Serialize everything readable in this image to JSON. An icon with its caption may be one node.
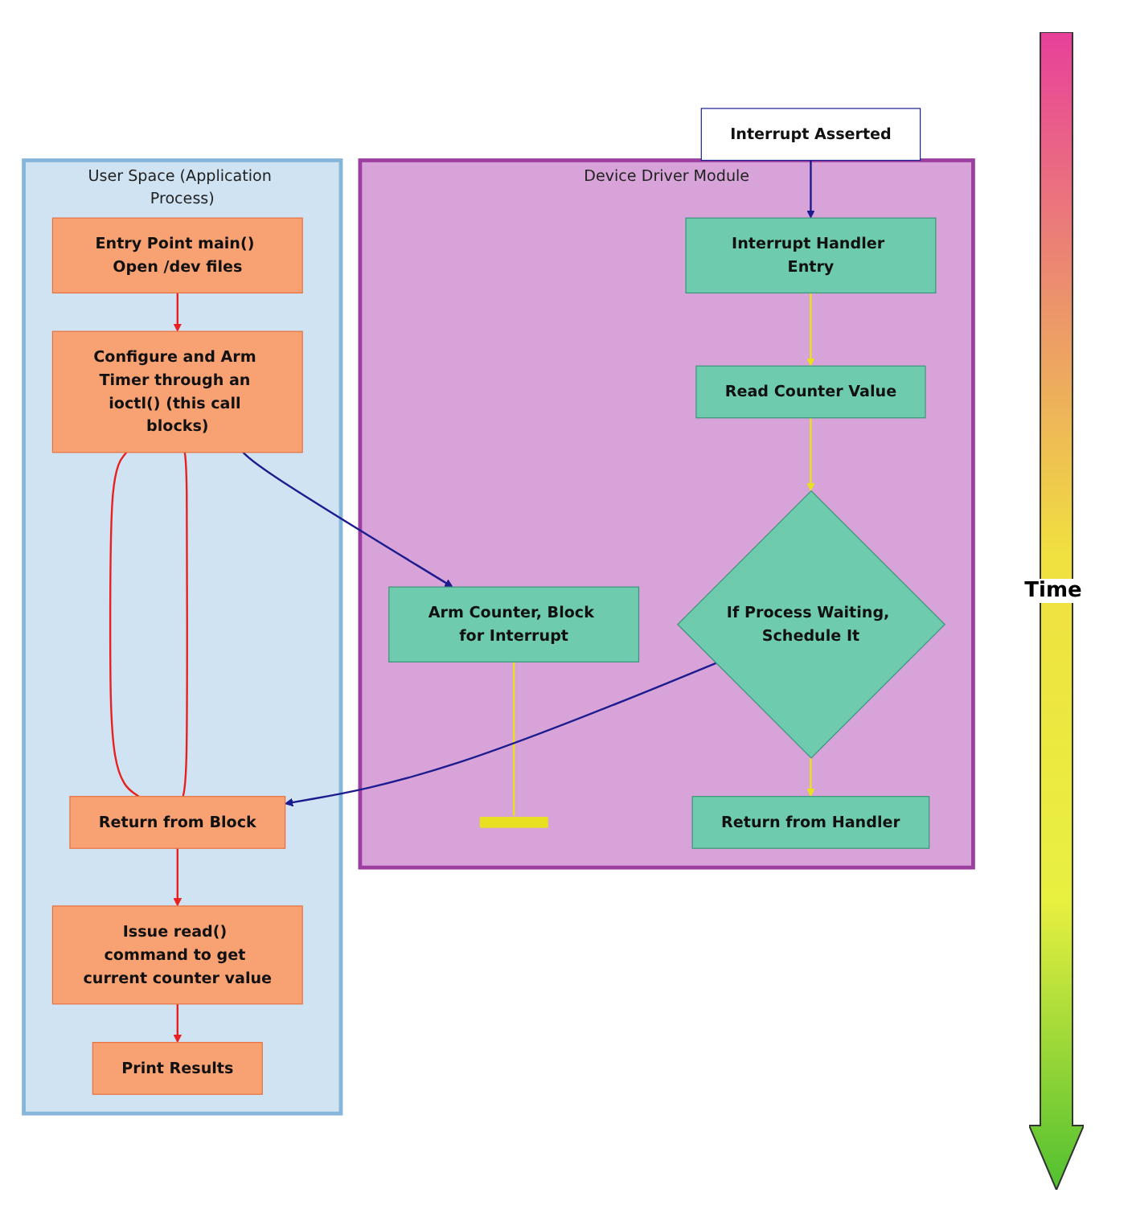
{
  "diagram": {
    "nodes": [
      {
        "text": [
          "Device Driver Module"
        ]
      },
      {
        "text": [
          "Arm Counter, Block for Interrupt"
        ],
        "in": 0
      },
      {
        "text": [],
        "shape": "bar",
        "in": 0
      },
      {
        "text": [
          "Interrupt Handler Entry"
        ],
        "in": 0
      },
      {
        "text": [
          "Read Counter Value"
        ],
        "in": 0
      },
      {
        "text": [
          "If Process Waiting, Schedule It"
        ],
        "in": 0
      },
      {
        "text": [
          "Return from Handler"
        ],
        "in": 0
      },
      {
        "text": [
          "User Space (Application Process)"
        ]
      },
      {
        "text": [
          "Entry Point main() Open /dev files"
        ],
        "in": 7
      },
      {
        "text": [
          "Configure and Arm Timer through an ioctl() (this call blocks)"
        ],
        "in": 7
      },
      {
        "text": [
          "Return from Block"
        ],
        "in": 7
      },
      {
        "text": [
          "Issue read() command to get current counter value"
        ],
        "in": 7
      },
      {
        "text": [
          "Print Results"
        ],
        "in": 7
      },
      {
        "text": [
          "Interrupt Asserted"
        ]
      }
    ],
    "edges": [
      {
        "from": 9,
        "to": 1,
        "arrow": "to",
        "color": "#1c1c8f"
      },
      {
        "from": 1,
        "to": 2,
        "arrow": "none",
        "color": "#e8e020"
      },
      {
        "from": 13,
        "to": 3,
        "arrow": "to",
        "color": "#1c1c8f"
      },
      {
        "from": 3,
        "to": 4,
        "arrow": "to",
        "color": "#e8e020"
      },
      {
        "from": 4,
        "to": 5,
        "arrow": "to",
        "color": "#e8e020"
      },
      {
        "from": 5,
        "to": 6,
        "arrow": "to",
        "color": "#e8e020"
      },
      {
        "from": 5,
        "to": 10,
        "arrow": "to",
        "color": "#1c1c8f"
      },
      {
        "from": 8,
        "to": 9,
        "arrow": "to"
      },
      {
        "from": 9,
        "to": 10,
        "arrow": "none"
      },
      {
        "from": 9,
        "to": 10,
        "arrow": "none"
      },
      {
        "from": 10,
        "to": 11,
        "arrow": "to"
      },
      {
        "from": 11,
        "to": 12,
        "arrow": "to"
      }
    ],
    "labels": [
      "Time"
    ]
  }
}
